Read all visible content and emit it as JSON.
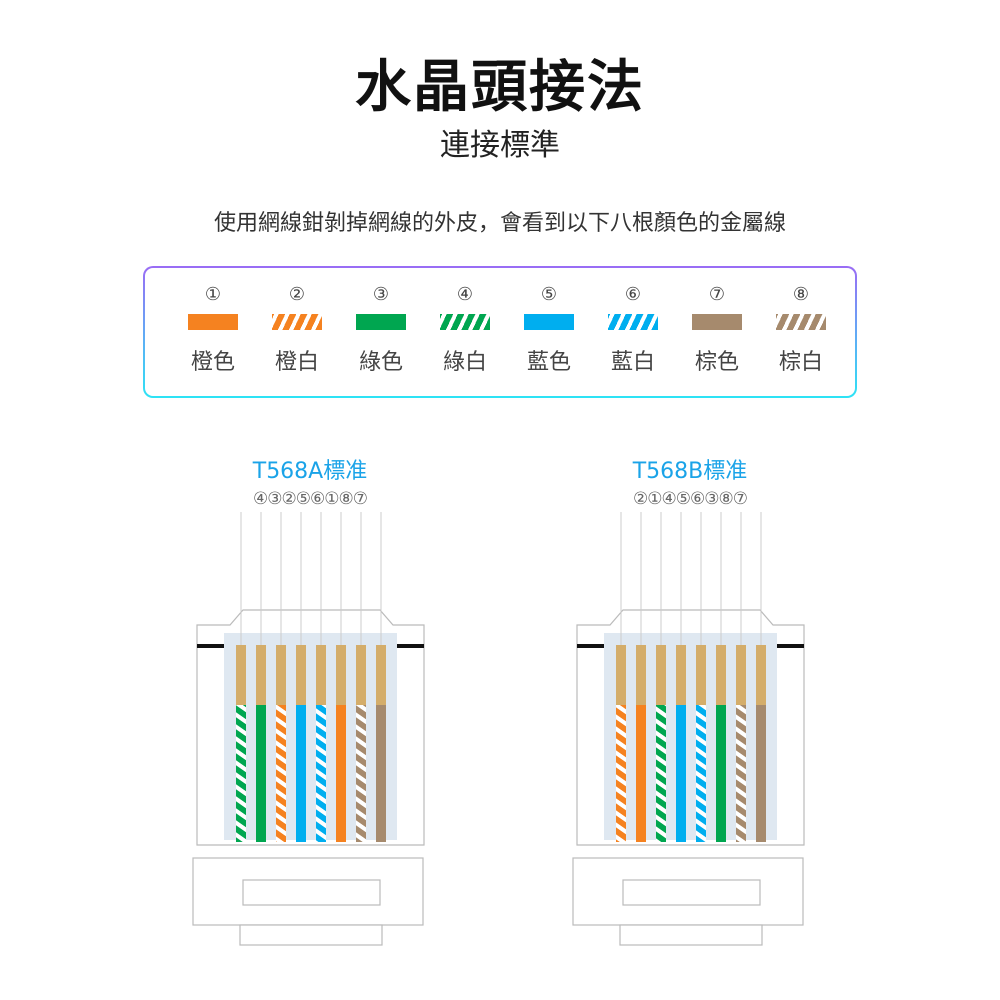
{
  "title": "水晶頭接法",
  "subtitle": "連接標準",
  "intro": "使用網線鉗剝掉網線的外皮，會看到以下八根顏色的金屬線",
  "colors": {
    "orange": "#f58220",
    "green": "#00a650",
    "blue": "#00aeef",
    "brown": "#a68a6d",
    "gold": "#d4ad6a"
  },
  "legend": [
    {
      "num": "①",
      "label": "橙色",
      "color": "orange",
      "striped": false
    },
    {
      "num": "②",
      "label": "橙白",
      "color": "orange",
      "striped": true
    },
    {
      "num": "③",
      "label": "綠色",
      "color": "green",
      "striped": false
    },
    {
      "num": "④",
      "label": "綠白",
      "color": "green",
      "striped": true
    },
    {
      "num": "⑤",
      "label": "藍色",
      "color": "blue",
      "striped": false
    },
    {
      "num": "⑥",
      "label": "藍白",
      "color": "blue",
      "striped": true
    },
    {
      "num": "⑦",
      "label": "棕色",
      "color": "brown",
      "striped": false
    },
    {
      "num": "⑧",
      "label": "棕白",
      "color": "brown",
      "striped": true
    }
  ],
  "standards": [
    {
      "name": "T568A標准",
      "order": [
        "④",
        "③",
        "②",
        "⑤",
        "⑥",
        "①",
        "⑧",
        "⑦"
      ],
      "wires": [
        4,
        3,
        2,
        5,
        6,
        1,
        8,
        7
      ]
    },
    {
      "name": "T568B標准",
      "order": [
        "②",
        "①",
        "④",
        "⑤",
        "⑥",
        "③",
        "⑧",
        "⑦"
      ],
      "wires": [
        2,
        1,
        4,
        5,
        6,
        3,
        8,
        7
      ]
    }
  ]
}
